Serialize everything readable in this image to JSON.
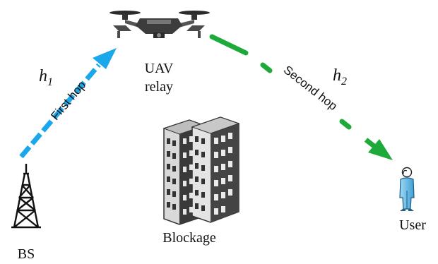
{
  "colors": {
    "first_hop": "#1AA7EC",
    "second_hop": "#1DAA3A",
    "building_dark": "#3a3a3a",
    "building_light": "#d9d9d9",
    "user_body": "#6EC1EA"
  },
  "icons": {
    "uav": "drone-icon",
    "bs": "cell-tower-icon",
    "blockage": "buildings-icon",
    "user": "person-icon"
  },
  "labels": {
    "uav_line1": "UAV",
    "uav_line2": "relay",
    "bs": "BS",
    "blockage": "Blockage",
    "user": "User",
    "first_hop": "First hop",
    "second_hop": "Second hop",
    "h1_base": "h",
    "h1_sub": "1",
    "h2_base": "h",
    "h2_sub": "2"
  }
}
